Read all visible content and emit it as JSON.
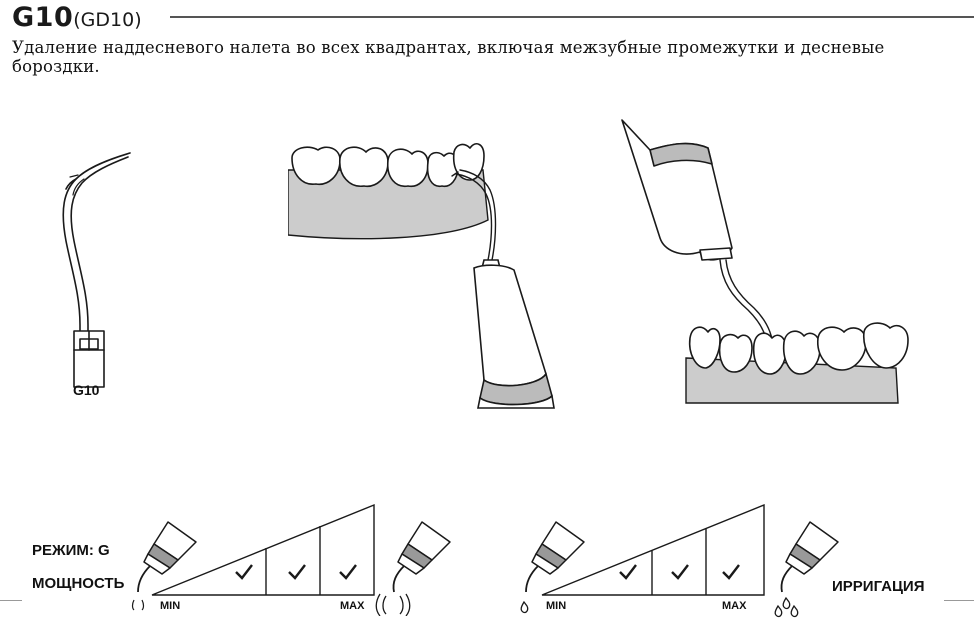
{
  "header": {
    "model": "G10",
    "code": "(GD10)"
  },
  "description": "Удаление наддесневого налета во всех квадрантах, включая межзубные промежутки и десневые бороздки.",
  "tip_label": "G10",
  "mode_label": "РЕЖИМ: G",
  "power": {
    "label": "МОЩНОСТЬ",
    "min_label": "MIN",
    "max_label": "MAX",
    "level": 0.83
  },
  "irrigation": {
    "label": "ИРРИГАЦИЯ",
    "min_label": "MIN",
    "max_label": "MAX",
    "level": 0.83
  },
  "icons": {
    "tip": "scaler-tip-icon",
    "upper_jaw": "upper-jaw-scaling-illustration",
    "lower_jaw": "lower-jaw-scaling-illustration",
    "handpiece_low": "handpiece-low-vibration-icon",
    "handpiece_high": "handpiece-high-vibration-icon",
    "handpiece_drop": "handpiece-water-drop-icon",
    "handpiece_drops": "handpiece-water-drops-icon",
    "check": "check-icon"
  },
  "colors": {
    "gum": "#cccccc",
    "line": "#1a1a1a",
    "fill": "#ffffff"
  }
}
